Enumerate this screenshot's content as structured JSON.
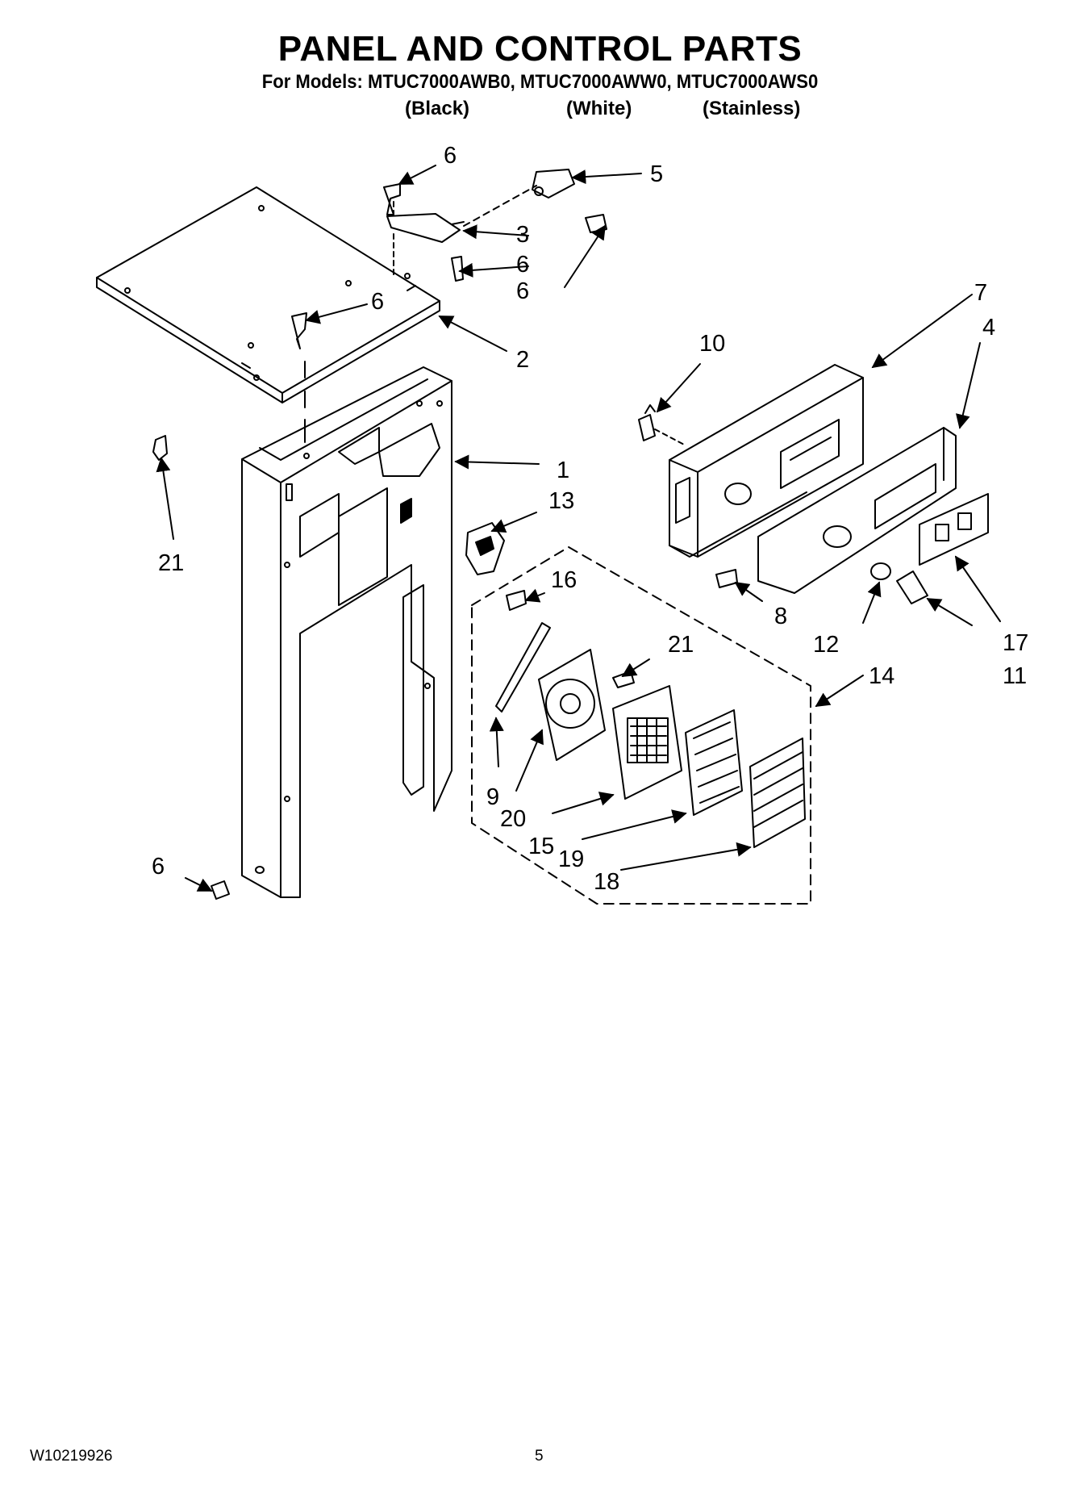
{
  "header": {
    "title": "PANEL AND CONTROL PARTS",
    "models_line": "For Models: MTUC7000AWB0, MTUC7000AWW0, MTUC7000AWS0",
    "variants": [
      "(Black)",
      "(White)",
      "(Stainless)"
    ]
  },
  "callouts": [
    "1",
    "2",
    "3",
    "4",
    "5",
    "6",
    "6",
    "6",
    "6",
    "6",
    "7",
    "8",
    "9",
    "10",
    "11",
    "12",
    "13",
    "14",
    "15",
    "16",
    "17",
    "18",
    "19",
    "20",
    "21",
    "21"
  ],
  "footer": {
    "doc_number": "W10219926",
    "page_number": "5"
  }
}
